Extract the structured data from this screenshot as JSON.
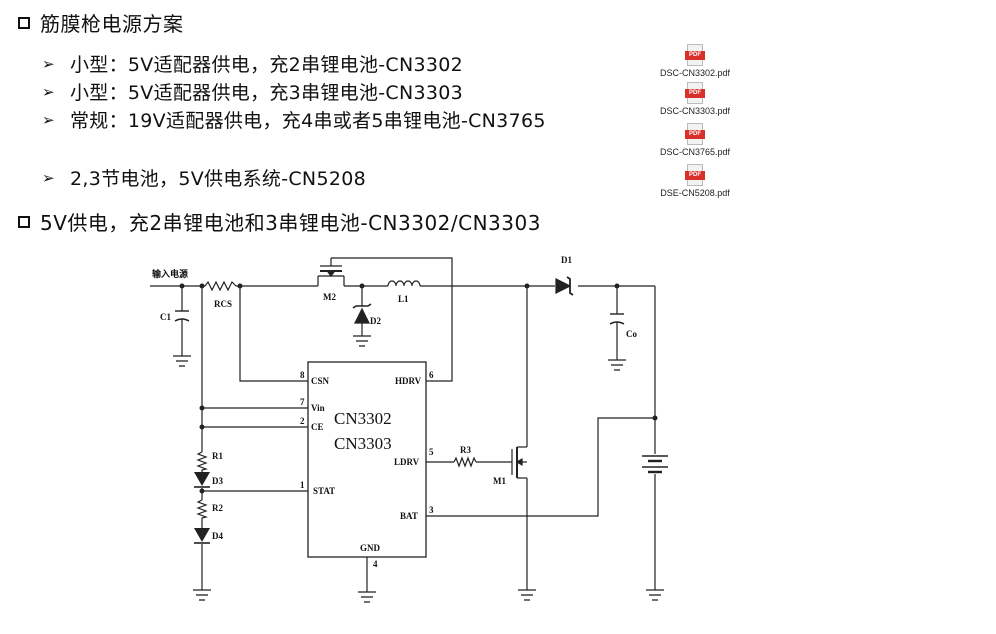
{
  "section1": {
    "title": "筋膜枪电源方案"
  },
  "bullets": [
    "小型：5V适配器供电，充2串锂电池-CN3302",
    "小型：5V适配器供电，充3串锂电池-CN3303",
    "常规：19V适配器供电，充4串或者5串锂电池-CN3765",
    "2,3节电池，5V供电系统-CN5208"
  ],
  "pdf_files": [
    {
      "icon_text": "PDF",
      "name": "DSC-CN3302.pdf"
    },
    {
      "icon_text": "PDF",
      "name": "DSC-CN3303.pdf"
    },
    {
      "icon_text": "PDF",
      "name": "DSC-CN3765.pdf"
    },
    {
      "icon_text": "PDF",
      "name": "DSE-CN5208.pdf"
    }
  ],
  "section2": {
    "title": "5V供电，充2串锂电池和3串锂电池-CN3302/CN3303"
  },
  "schematic": {
    "input_label": "输入电源",
    "chip_line1": "CN3302",
    "chip_line2": "CN3303",
    "components": {
      "c1": "C1",
      "rcs": "RCS",
      "m2": "M2",
      "l1": "L1",
      "d2": "D2",
      "d1": "D1",
      "co": "Co",
      "r1": "R1",
      "d3": "D3",
      "r2": "R2",
      "d4": "D4",
      "r3": "R3",
      "m1": "M1"
    },
    "pins": {
      "csn": "CSN",
      "csn_num": "8",
      "hdrv": "HDRV",
      "hdrv_num": "6",
      "vin": "Vin",
      "vin_num": "7",
      "ce": "CE",
      "ce_num": "2",
      "ldrv": "LDRV",
      "ldrv_num": "5",
      "stat": "STAT",
      "stat_num": "1",
      "bat": "BAT",
      "bat_num": "3",
      "gnd": "GND",
      "gnd_num": "4"
    }
  }
}
